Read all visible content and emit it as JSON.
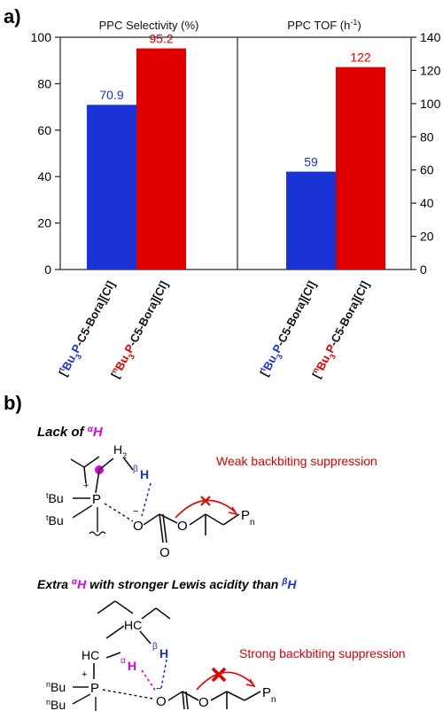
{
  "panel_a": {
    "label": "a)"
  },
  "panel_b": {
    "label": "b)"
  },
  "chart_data": [
    {
      "type": "bar",
      "title": "PPC Selectivity (%)",
      "ylim": [
        0,
        100
      ],
      "yticks": [
        "0",
        "20",
        "40",
        "60",
        "80",
        "100"
      ],
      "categories": [
        "[tBu3P-C5-Bora][Cl]",
        "[nBu3P-C5-Bora][Cl]"
      ],
      "values": [
        70.9,
        95.2
      ],
      "labels": [
        "70.9",
        "95.2"
      ],
      "colors": [
        "#1a33d6",
        "#e00000"
      ]
    },
    {
      "type": "bar",
      "title": "PPC TOF (h-1)",
      "ylim": [
        0,
        140
      ],
      "yticks": [
        "0",
        "20",
        "40",
        "60",
        "80",
        "100",
        "120",
        "140"
      ],
      "categories": [
        "[tBu3P-C5-Bora][Cl]",
        "[nBu3P-C5-Bora][Cl]"
      ],
      "values": [
        59,
        122
      ],
      "labels": [
        "59",
        "122"
      ],
      "colors": [
        "#1a33d6",
        "#e00000"
      ]
    }
  ],
  "scheme1": {
    "title_prefix": "Lack of ",
    "title_sup": "α",
    "title_h": "H",
    "effect": "Weak backbiting suppression",
    "h2": "H2",
    "beta": "β",
    "h": "H",
    "plus": "+",
    "minus": "−",
    "tbu_sup": "t",
    "bu": "Bu",
    "p": "P",
    "o": "O",
    "pn": "Pn",
    "n": "n"
  },
  "scheme2": {
    "title_prefix": "Extra ",
    "title_sup1": "α",
    "title_mid": " with stronger Lewis acidity than ",
    "title_sup2": "β",
    "title_h": "H",
    "effect": "Strong backbiting suppression",
    "hc": "HC",
    "alpha": "α",
    "beta": "β",
    "h": "H",
    "nbu_sup": "n",
    "bu": "Bu",
    "p": "P",
    "o": "O",
    "plus": "+",
    "minus": "−",
    "pn": "Pn",
    "n": "n"
  },
  "colors": {
    "blue": "#1a33d6",
    "red": "#e00000",
    "magenta": "#e000e0"
  }
}
